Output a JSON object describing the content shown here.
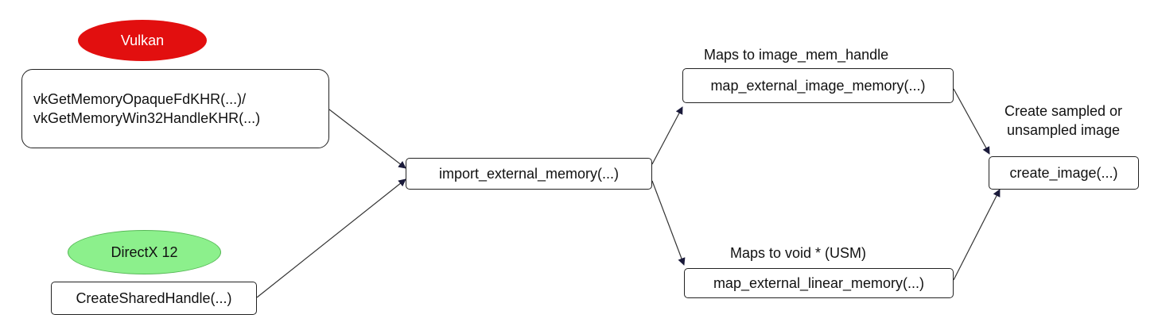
{
  "badges": {
    "vulkan": "Vulkan",
    "directx": "DirectX 12"
  },
  "nodes": {
    "vk_get_memory": {
      "line1": "vkGetMemoryOpaqueFdKHR(...)/",
      "line2": "vkGetMemoryWin32HandleKHR(...)"
    },
    "create_shared_handle": "CreateSharedHandle(...)",
    "import_external_memory": "import_external_memory(...)",
    "map_external_image_memory": "map_external_image_memory(...)",
    "map_external_linear_memory": "map_external_linear_memory(...)",
    "create_image": "create_image(...)"
  },
  "captions": {
    "image_mem_handle": "Maps to image_mem_handle",
    "void_usm": "Maps to void * (USM)",
    "create_sampled_line1": "Create sampled or",
    "create_sampled_line2": "unsampled image"
  },
  "colors": {
    "vulkan_badge": "#e20f0f",
    "directx_badge": "#8cf08c",
    "border": "#222222",
    "arrow": "#333333"
  }
}
